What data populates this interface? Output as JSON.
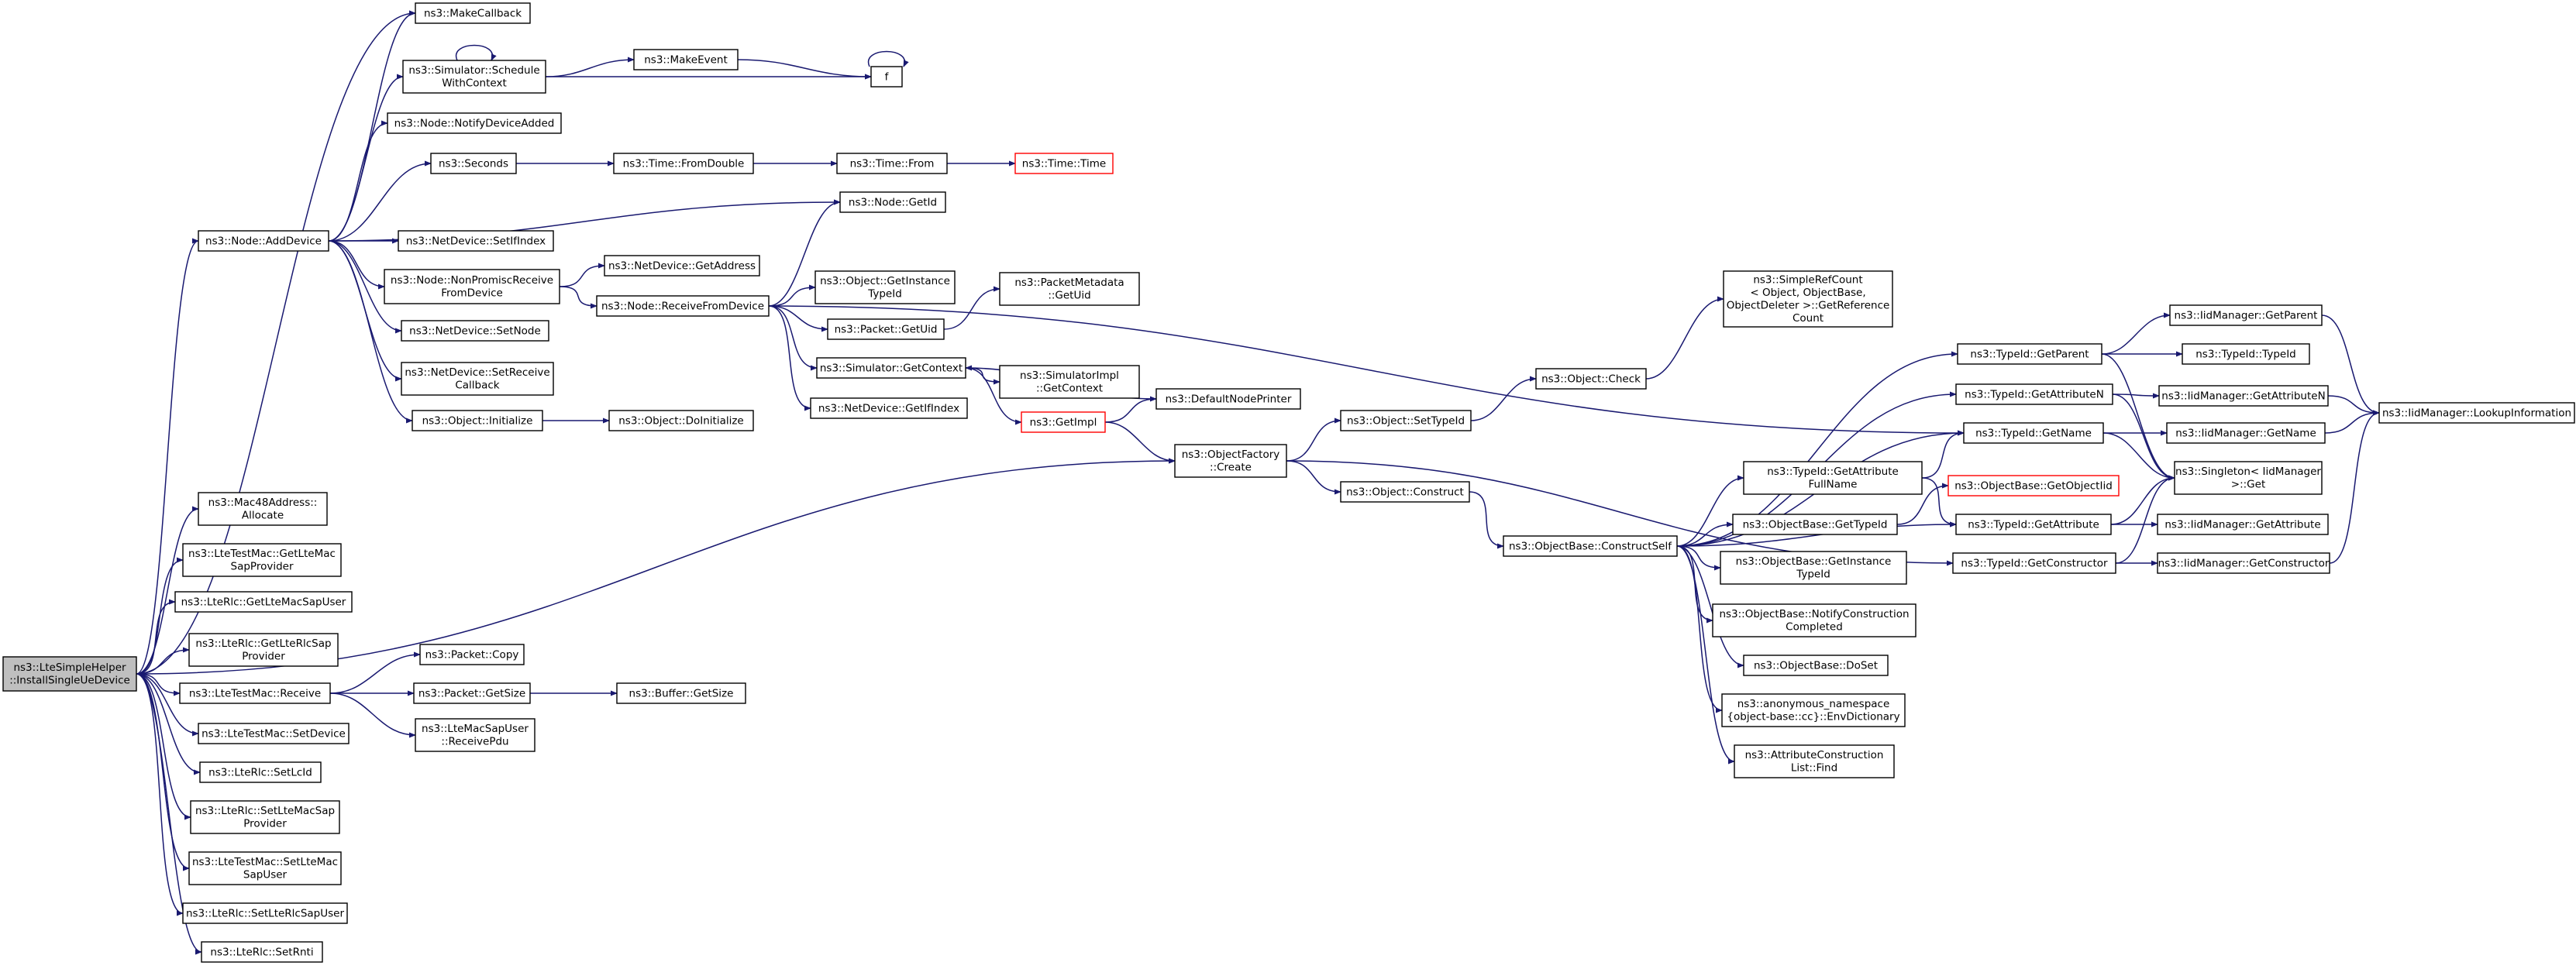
{
  "graph": {
    "nodes": [
      {
        "id": "root",
        "lines": [
          "ns3::LteSimpleHelper",
          "::InstallSingleUeDevice"
        ],
        "root": true
      },
      {
        "id": "addDevice",
        "lines": [
          "ns3::Node::AddDevice"
        ]
      },
      {
        "id": "makeCallback",
        "lines": [
          "ns3::MakeCallback"
        ]
      },
      {
        "id": "scheduleWithContext",
        "lines": [
          "ns3::Simulator::Schedule",
          "WithContext"
        ]
      },
      {
        "id": "makeEvent",
        "lines": [
          "ns3::MakeEvent"
        ]
      },
      {
        "id": "f",
        "lines": [
          "f"
        ]
      },
      {
        "id": "notifyDeviceAdded",
        "lines": [
          "ns3::Node::NotifyDeviceAdded"
        ]
      },
      {
        "id": "seconds",
        "lines": [
          "ns3::Seconds"
        ]
      },
      {
        "id": "fromDouble",
        "lines": [
          "ns3::Time::FromDouble"
        ]
      },
      {
        "id": "timeFrom",
        "lines": [
          "ns3::Time::From"
        ]
      },
      {
        "id": "timeTime",
        "lines": [
          "ns3::Time::Time"
        ],
        "highlight": true
      },
      {
        "id": "nodeGetId",
        "lines": [
          "ns3::Node::GetId"
        ]
      },
      {
        "id": "setIfIndex",
        "lines": [
          "ns3::NetDevice::SetIfIndex"
        ]
      },
      {
        "id": "nonPromisc",
        "lines": [
          "ns3::Node::NonPromiscReceive",
          "FromDevice"
        ]
      },
      {
        "id": "getAddress",
        "lines": [
          "ns3::NetDevice::GetAddress"
        ]
      },
      {
        "id": "receiveFromDevice",
        "lines": [
          "ns3::Node::ReceiveFromDevice"
        ]
      },
      {
        "id": "getInstanceTypeId",
        "lines": [
          "ns3::Object::GetInstance",
          "TypeId"
        ]
      },
      {
        "id": "packetGetUid",
        "lines": [
          "ns3::Packet::GetUid"
        ]
      },
      {
        "id": "packetMetadataGetUid",
        "lines": [
          "ns3::PacketMetadata",
          "::GetUid"
        ]
      },
      {
        "id": "setNode",
        "lines": [
          "ns3::NetDevice::SetNode"
        ]
      },
      {
        "id": "simulatorGetContext",
        "lines": [
          "ns3::Simulator::GetContext"
        ]
      },
      {
        "id": "simulatorImplGetContext",
        "lines": [
          "ns3::SimulatorImpl",
          "::GetContext"
        ]
      },
      {
        "id": "setReceiveCallback",
        "lines": [
          "ns3::NetDevice::SetReceive",
          "Callback"
        ]
      },
      {
        "id": "getIfIndex",
        "lines": [
          "ns3::NetDevice::GetIfIndex"
        ]
      },
      {
        "id": "defaultNodePrinter",
        "lines": [
          "ns3::DefaultNodePrinter"
        ]
      },
      {
        "id": "getImpl",
        "lines": [
          "ns3::GetImpl"
        ],
        "highlight": true
      },
      {
        "id": "objectInitialize",
        "lines": [
          "ns3::Object::Initialize"
        ]
      },
      {
        "id": "doInitialize",
        "lines": [
          "ns3::Object::DoInitialize"
        ]
      },
      {
        "id": "objectFactoryCreate",
        "lines": [
          "ns3::ObjectFactory",
          "::Create"
        ]
      },
      {
        "id": "mac48Allocate",
        "lines": [
          "ns3::Mac48Address::",
          "Allocate"
        ]
      },
      {
        "id": "getLteMacSapProvider",
        "lines": [
          "ns3::LteTestMac::GetLteMac",
          "SapProvider"
        ]
      },
      {
        "id": "getLteMacSapUser",
        "lines": [
          "ns3::LteRlc::GetLteMacSapUser"
        ]
      },
      {
        "id": "getLteRlcSapProvider",
        "lines": [
          "ns3::LteRlc::GetLteRlcSap",
          "Provider"
        ]
      },
      {
        "id": "packetCopy",
        "lines": [
          "ns3::Packet::Copy"
        ]
      },
      {
        "id": "lteTestMacReceive",
        "lines": [
          "ns3::LteTestMac::Receive"
        ]
      },
      {
        "id": "packetGetSize",
        "lines": [
          "ns3::Packet::GetSize"
        ]
      },
      {
        "id": "bufferGetSize",
        "lines": [
          "ns3::Buffer::GetSize"
        ]
      },
      {
        "id": "receivePdu",
        "lines": [
          "ns3::LteMacSapUser",
          "::ReceivePdu"
        ]
      },
      {
        "id": "setDevice",
        "lines": [
          "ns3::LteTestMac::SetDevice"
        ]
      },
      {
        "id": "setLcId",
        "lines": [
          "ns3::LteRlc::SetLcId"
        ]
      },
      {
        "id": "setLteMacSapProvider",
        "lines": [
          "ns3::LteRlc::SetLteMacSap",
          "Provider"
        ]
      },
      {
        "id": "setLteMacSapUser",
        "lines": [
          "ns3::LteTestMac::SetLteMac",
          "SapUser"
        ]
      },
      {
        "id": "setLteRlcSapUser",
        "lines": [
          "ns3::LteRlc::SetLteRlcSapUser"
        ]
      },
      {
        "id": "setRnti",
        "lines": [
          "ns3::LteRlc::SetRnti"
        ]
      },
      {
        "id": "objectSetTypeId",
        "lines": [
          "ns3::Object::SetTypeId"
        ]
      },
      {
        "id": "objectCheck",
        "lines": [
          "ns3::Object::Check"
        ]
      },
      {
        "id": "simpleRefCount",
        "lines": [
          "ns3::SimpleRefCount",
          "< Object, ObjectBase,",
          "ObjectDeleter >::GetReference",
          "Count"
        ]
      },
      {
        "id": "objectConstruct",
        "lines": [
          "ns3::Object::Construct"
        ]
      },
      {
        "id": "constructSelf",
        "lines": [
          "ns3::ObjectBase::ConstructSelf"
        ]
      },
      {
        "id": "getAttributeFullName",
        "lines": [
          "ns3::TypeId::GetAttribute",
          "FullName"
        ]
      },
      {
        "id": "objectBaseGetTypeId",
        "lines": [
          "ns3::ObjectBase::GetTypeId"
        ]
      },
      {
        "id": "objectBaseGetInstanceTypeId",
        "lines": [
          "ns3::ObjectBase::GetInstance",
          "TypeId"
        ]
      },
      {
        "id": "notifyConstructionCompleted",
        "lines": [
          "ns3::ObjectBase::NotifyConstruction",
          "Completed"
        ]
      },
      {
        "id": "objectBaseDoSet",
        "lines": [
          "ns3::ObjectBase::DoSet"
        ]
      },
      {
        "id": "envDictionary",
        "lines": [
          "ns3::anonymous_namespace",
          "{object-base::cc}::EnvDictionary"
        ]
      },
      {
        "id": "attributeConstructionFind",
        "lines": [
          "ns3::AttributeConstruction",
          "List::Find"
        ]
      },
      {
        "id": "getObjectIid",
        "lines": [
          "ns3::ObjectBase::GetObjectIid"
        ],
        "highlight": true
      },
      {
        "id": "typeIdGetParent",
        "lines": [
          "ns3::TypeId::GetParent"
        ]
      },
      {
        "id": "typeIdGetAttributeN",
        "lines": [
          "ns3::TypeId::GetAttributeN"
        ]
      },
      {
        "id": "typeIdGetName",
        "lines": [
          "ns3::TypeId::GetName"
        ]
      },
      {
        "id": "typeIdGetAttribute",
        "lines": [
          "ns3::TypeId::GetAttribute"
        ]
      },
      {
        "id": "typeIdGetConstructor",
        "lines": [
          "ns3::TypeId::GetConstructor"
        ]
      },
      {
        "id": "iidGetParent",
        "lines": [
          "ns3::IidManager::GetParent"
        ]
      },
      {
        "id": "typeIdTypeId",
        "lines": [
          "ns3::TypeId::TypeId"
        ]
      },
      {
        "id": "iidGetAttributeN",
        "lines": [
          "ns3::IidManager::GetAttributeN"
        ]
      },
      {
        "id": "iidGetName",
        "lines": [
          "ns3::IidManager::GetName"
        ]
      },
      {
        "id": "singletonGet",
        "lines": [
          "ns3::Singleton< IidManager",
          ">::Get"
        ]
      },
      {
        "id": "iidGetAttribute",
        "lines": [
          "ns3::IidManager::GetAttribute"
        ]
      },
      {
        "id": "iidGetConstructor",
        "lines": [
          "ns3::IidManager::GetConstructor"
        ]
      },
      {
        "id": "lookupInformation",
        "lines": [
          "ns3::IidManager::LookupInformation"
        ]
      }
    ]
  }
}
